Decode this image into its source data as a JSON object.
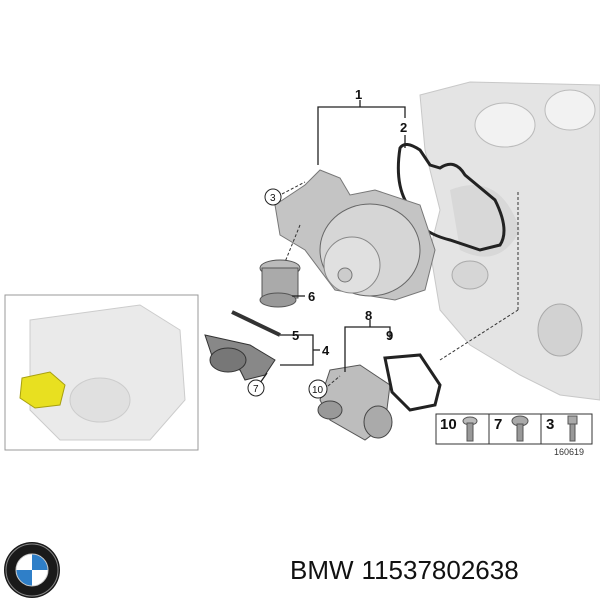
{
  "brand": "BMW",
  "part_number": "11537802638",
  "diagram_number": "160619",
  "callouts": [
    "1",
    "2",
    "3",
    "4",
    "5",
    "6",
    "7",
    "8",
    "9",
    "10"
  ],
  "fastener_box": [
    {
      "number": "10",
      "icon": "torx-screw-icon"
    },
    {
      "number": "7",
      "icon": "hex-flange-bolt-icon"
    },
    {
      "number": "3",
      "icon": "hex-bolt-icon"
    }
  ],
  "colors": {
    "highlight": "#e8e020",
    "part_grey": "#b8b8b8",
    "block_grey": "#e2e2e2"
  }
}
